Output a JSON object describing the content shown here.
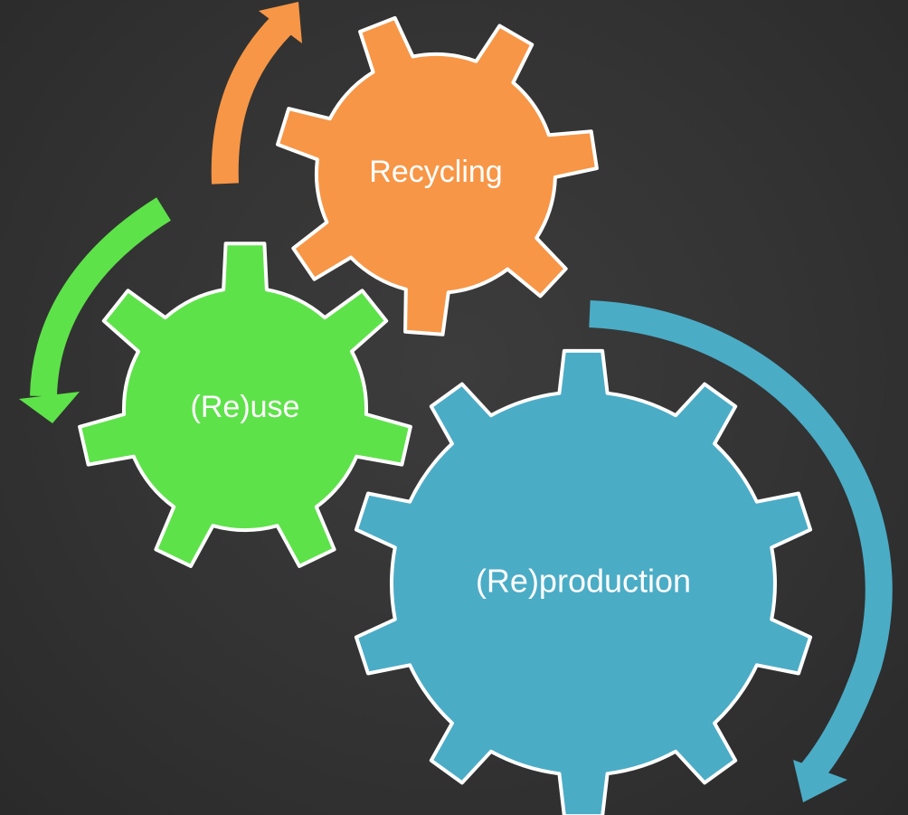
{
  "gears": [
    {
      "id": "recycling",
      "label": "Recycling",
      "color": "#f79646"
    },
    {
      "id": "reuse",
      "label": "(Re)use",
      "color": "#5ee24a"
    },
    {
      "id": "reproduction",
      "label": "(Re)production",
      "color": "#4bacc6"
    }
  ],
  "arrows": [
    {
      "id": "recycling-arrow",
      "color": "#f79646"
    },
    {
      "id": "reuse-arrow",
      "color": "#5ee24a"
    },
    {
      "id": "reproduction-arrow",
      "color": "#4bacc6"
    }
  ]
}
